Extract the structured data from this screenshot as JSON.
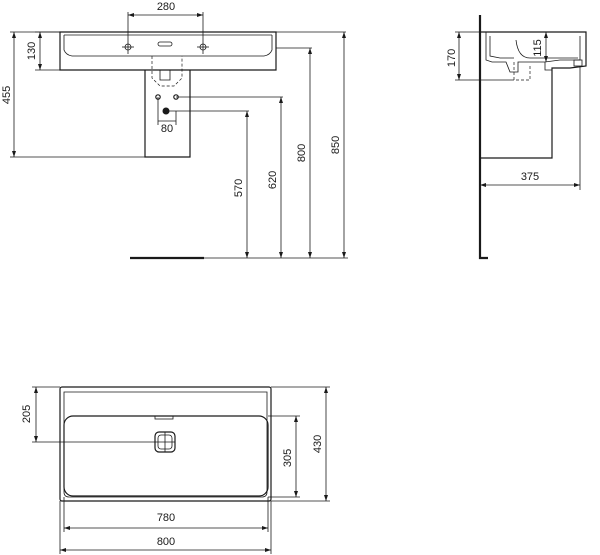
{
  "dimensions": {
    "front_view": {
      "tap_hole_spacing": "280",
      "basin_rim_height": "130",
      "overall_height_pedestal": "455",
      "waste_spacing": "80",
      "waste_height_low": "570",
      "waste_height_high": "620",
      "rim_height": "800",
      "overall_height": "850"
    },
    "side_view": {
      "depth_170": "170",
      "depth_115": "115",
      "projection": "375"
    },
    "plan_view": {
      "back_to_bowl": "205",
      "bowl_depth": "305",
      "overall_depth": "430",
      "bowl_width": "780",
      "overall_width": "800"
    }
  }
}
